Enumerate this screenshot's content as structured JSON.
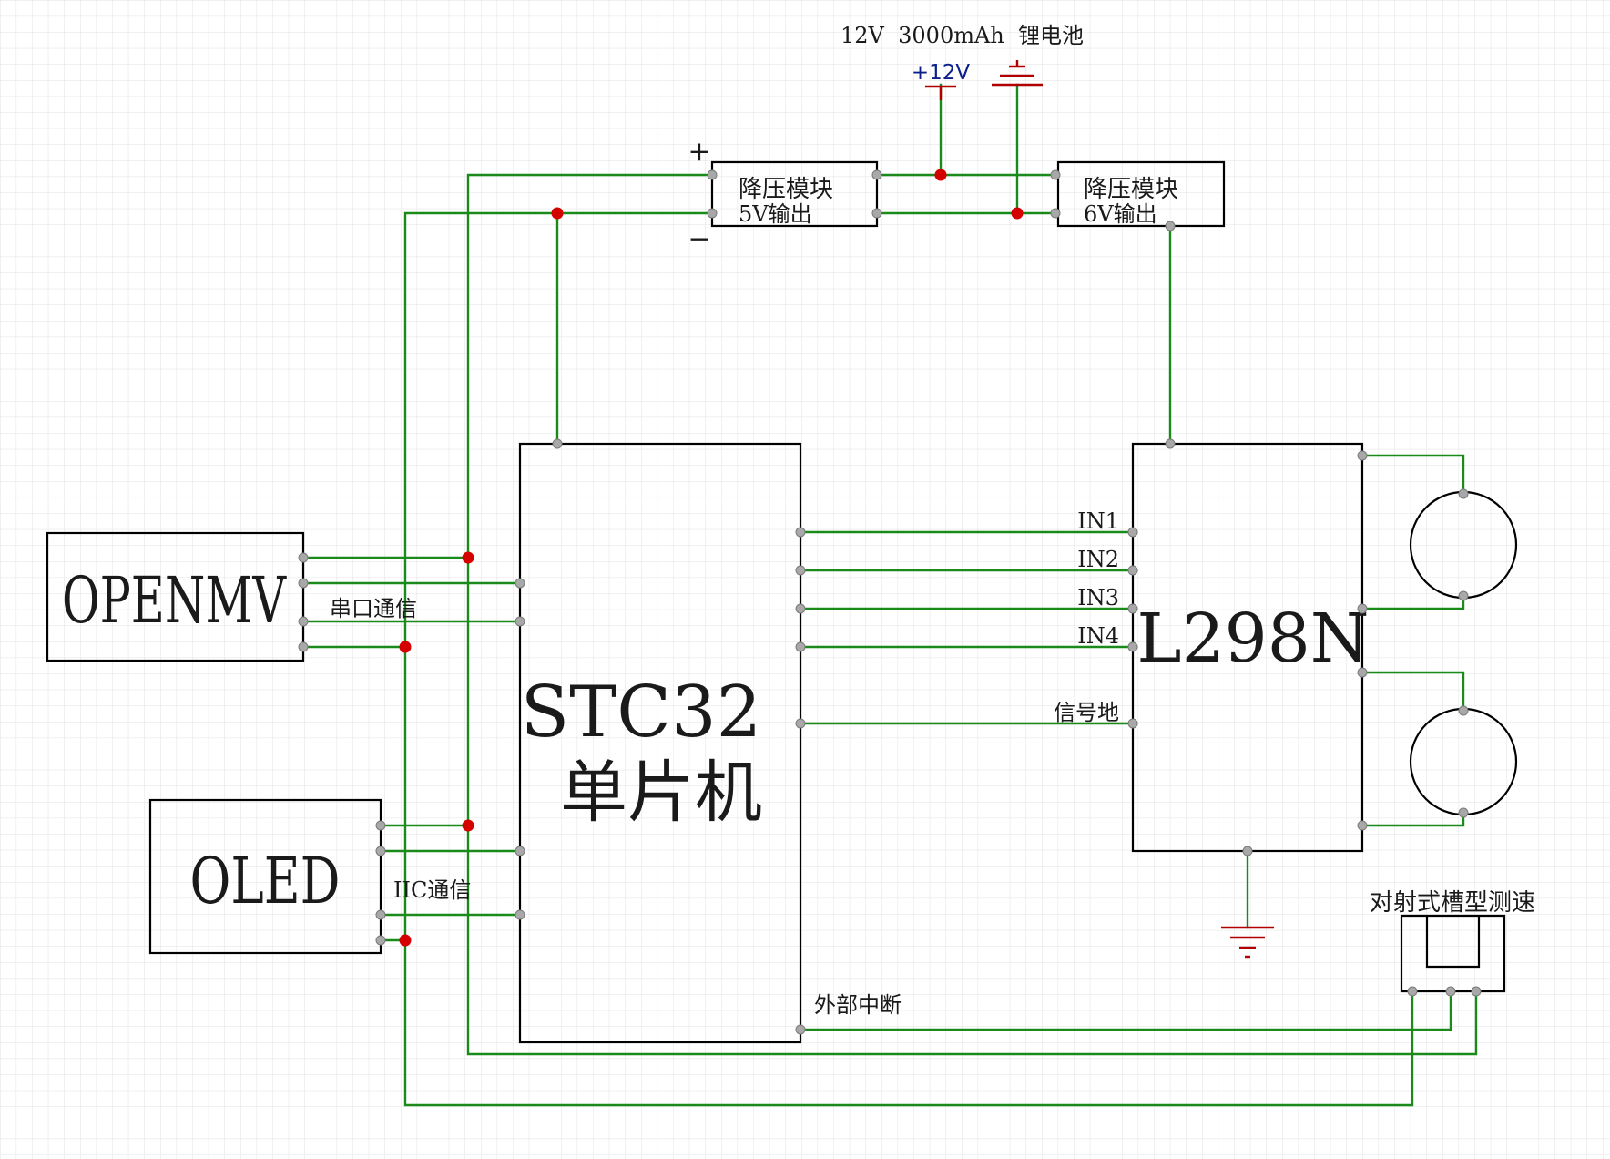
{
  "battery_label": "12V  3000mAh  锂电池",
  "vcc_label": "+12V",
  "plus_sign": "+",
  "minus_sign": "−",
  "buck_5v": {
    "line1": "降压模块",
    "line2": "5V输出"
  },
  "buck_6v": {
    "line1": "降压模块",
    "line2": "6V输出"
  },
  "openmv_label": "OPENMV",
  "uart_label": "串口通信",
  "oled_label": "OLED",
  "iic_label": "IIC通信",
  "mcu_line1": "STC32",
  "mcu_line2": "单片机",
  "driver_label": "L298N",
  "in_labels": [
    "IN1",
    "IN2",
    "IN3",
    "IN4"
  ],
  "signal_gnd_label": "信号地",
  "ext_int_label": "外部中断",
  "sensor_label": "对射式槽型测速",
  "colors": {
    "wire": "#1a8a1a",
    "junction": "#d40000",
    "power_symbol": "#b00000",
    "vcc_text": "#0b1f8c",
    "grid": "#e2e2e2"
  }
}
